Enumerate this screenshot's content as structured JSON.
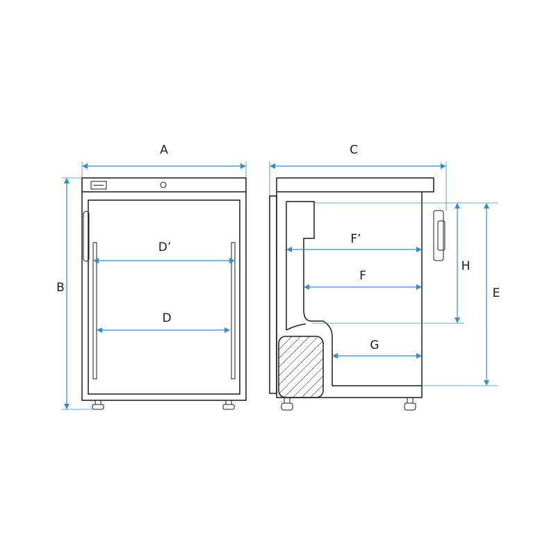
{
  "labels": {
    "a": "A",
    "b": "B",
    "c": "C",
    "d": "D",
    "d_prime": "D’",
    "e": "E",
    "f": "F",
    "f_prime": "F’",
    "g": "G",
    "h": "H"
  },
  "colors": {
    "outline": "#1b1b1b",
    "dimension": "#2a8fd6"
  }
}
